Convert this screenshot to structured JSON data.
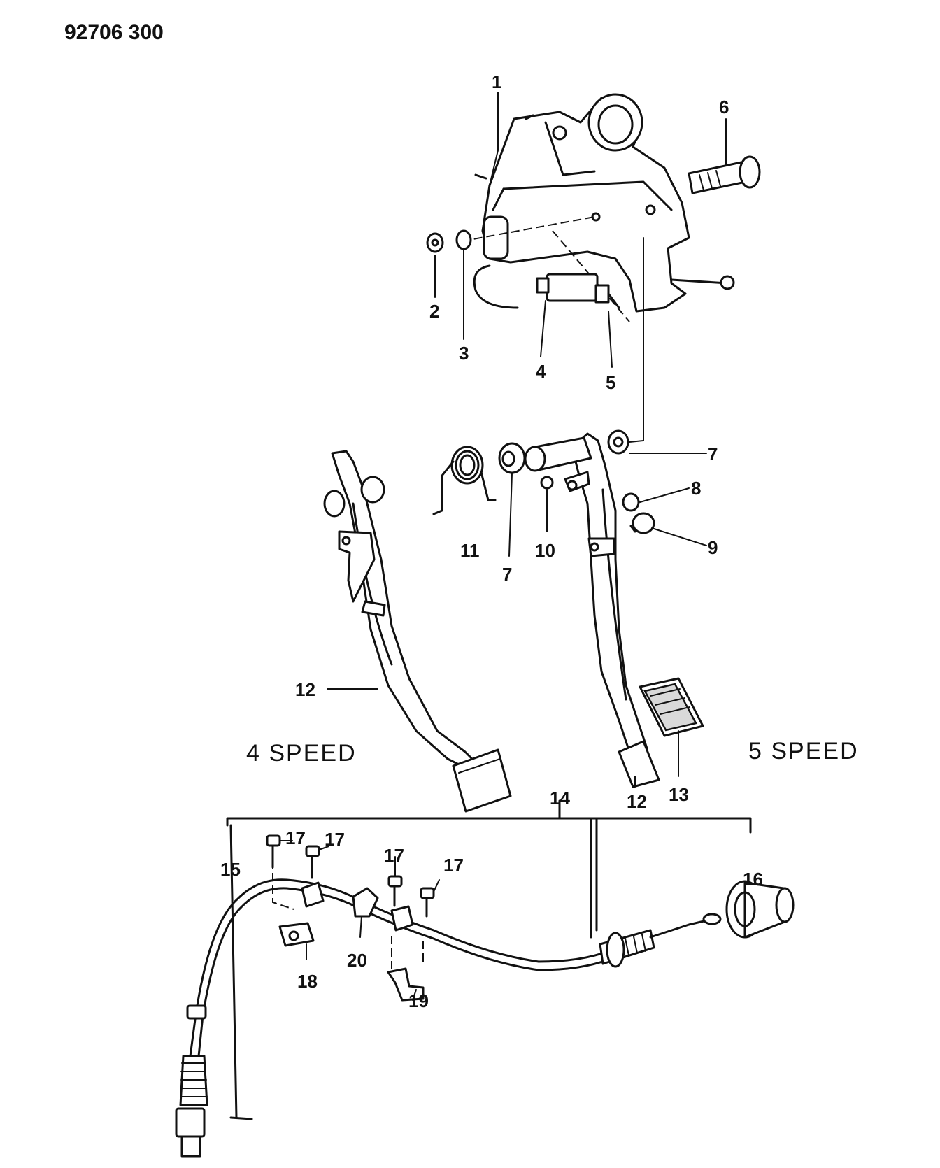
{
  "drawing_code": "92706 300",
  "variant_labels": {
    "four_speed": "4 SPEED",
    "five_speed": "5 SPEED"
  },
  "callouts": [
    {
      "id": "c1",
      "label": "1"
    },
    {
      "id": "c2",
      "label": "2"
    },
    {
      "id": "c3",
      "label": "3"
    },
    {
      "id": "c4",
      "label": "4"
    },
    {
      "id": "c5",
      "label": "5"
    },
    {
      "id": "c6",
      "label": "6"
    },
    {
      "id": "c7a",
      "label": "7"
    },
    {
      "id": "c7b",
      "label": "7"
    },
    {
      "id": "c8",
      "label": "8"
    },
    {
      "id": "c9",
      "label": "9"
    },
    {
      "id": "c10",
      "label": "10"
    },
    {
      "id": "c11",
      "label": "11"
    },
    {
      "id": "c12a",
      "label": "12"
    },
    {
      "id": "c12b",
      "label": "12"
    },
    {
      "id": "c13",
      "label": "13"
    },
    {
      "id": "c14",
      "label": "14"
    },
    {
      "id": "c15",
      "label": "15"
    },
    {
      "id": "c16",
      "label": "16"
    },
    {
      "id": "c17a",
      "label": "17"
    },
    {
      "id": "c17b",
      "label": "17"
    },
    {
      "id": "c17c",
      "label": "17"
    },
    {
      "id": "c17d",
      "label": "17"
    },
    {
      "id": "c18",
      "label": "18"
    },
    {
      "id": "c19",
      "label": "19"
    },
    {
      "id": "c20",
      "label": "20"
    }
  ]
}
